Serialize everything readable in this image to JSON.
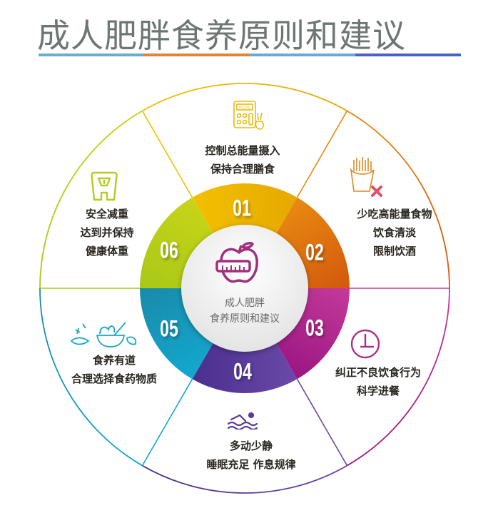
{
  "title": "成人肥胖食养原则和建议",
  "title_bar_colors": [
    "#6aadd0",
    "#e0843a",
    "#6aa6e0",
    "#4a62c8"
  ],
  "center": {
    "line1": "成人肥胖",
    "line2": "食养原则和建议",
    "icon": "apple-tape-measure-icon",
    "icon_color": "#a0307e"
  },
  "sectors": [
    {
      "number": "01",
      "color": "#f2c000",
      "color2": "#e6a800",
      "lines": [
        "控制总能量摄入",
        "保持合理膳食"
      ],
      "icon": "calculator-kcal-icon",
      "icon_text": "KCAL"
    },
    {
      "number": "02",
      "color": "#e88a10",
      "color2": "#d2580e",
      "lines": [
        "少吃高能量食物",
        "饮食清淡",
        "限制饮酒"
      ],
      "icon": "no-fries-icon"
    },
    {
      "number": "03",
      "color": "#c43a9a",
      "color2": "#9a1682",
      "lines": [
        "纠正不良饮食行为",
        "科学进餐"
      ],
      "icon": "clock-icon"
    },
    {
      "number": "04",
      "color": "#6a4aa8",
      "color2": "#4a2e8e",
      "lines": [
        "多动少静",
        "睡眠充足  作息规律"
      ],
      "icon": "swimmer-icon"
    },
    {
      "number": "05",
      "color": "#12a8d0",
      "color2": "#1a8aa8",
      "lines": [
        "食养有道",
        "合理选择食药物质"
      ],
      "icon": "herbs-mortar-icon"
    },
    {
      "number": "06",
      "color": "#a8c818",
      "color2": "#c8d418",
      "lines": [
        "安全减重",
        "达到并保持",
        "健康体重"
      ],
      "icon": "weight-scale-icon"
    }
  ]
}
